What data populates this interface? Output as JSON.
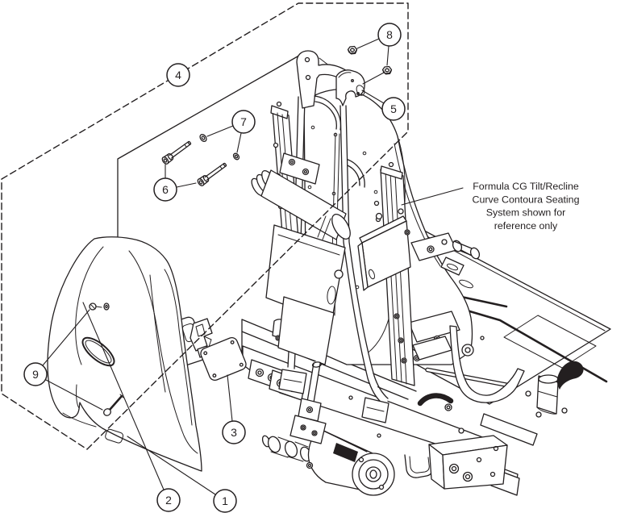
{
  "figure": {
    "background_color": "#ffffff",
    "line_color": "#231f20",
    "reference_note": {
      "lines": [
        "Formula CG Tilt/Recline",
        "Curve Contoura Seating",
        "System shown for",
        "reference only"
      ]
    },
    "callouts": [
      {
        "label": "4"
      },
      {
        "label": "8"
      },
      {
        "label": "5"
      },
      {
        "label": "7"
      },
      {
        "label": "6"
      },
      {
        "label": "9"
      },
      {
        "label": "3"
      },
      {
        "label": "2"
      },
      {
        "label": "1"
      }
    ]
  }
}
